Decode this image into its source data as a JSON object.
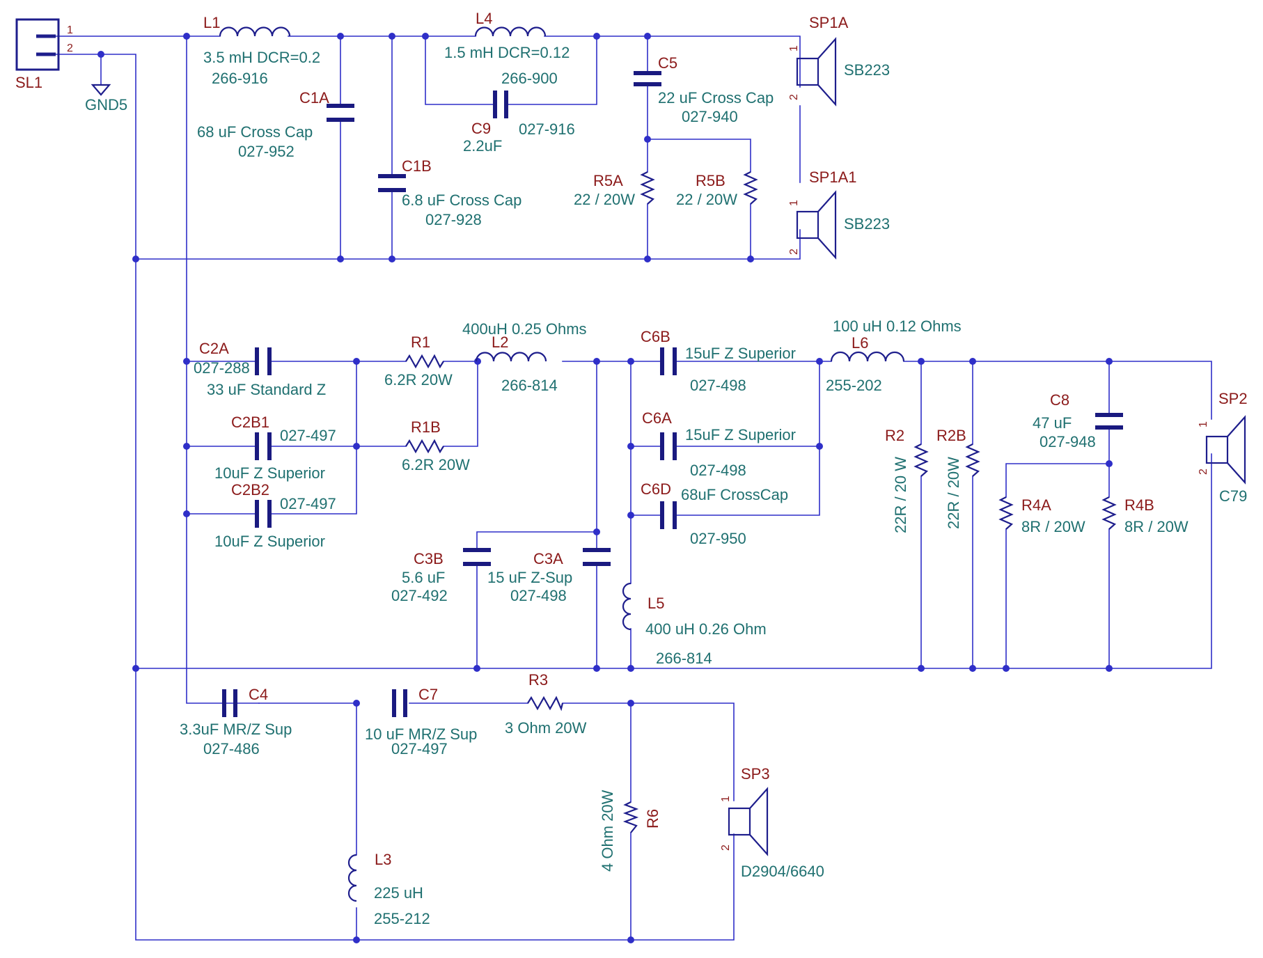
{
  "connector": {
    "ref": "SL1",
    "pin1": "1",
    "pin2": "2",
    "ground": "GND5"
  },
  "tweeter": {
    "L1": {
      "ref": "L1",
      "value": "3.5 mH DCR=0.2",
      "part": "266-916"
    },
    "L4": {
      "ref": "L4",
      "value": "1.5 mH DCR=0.12",
      "part": "266-900"
    },
    "C1A": {
      "ref": "C1A",
      "value": "68 uF Cross Cap",
      "part": "027-952"
    },
    "C1B": {
      "ref": "C1B",
      "value": "6.8 uF Cross Cap",
      "part": "027-928"
    },
    "C9": {
      "ref": "C9",
      "value": "2.2uF",
      "part": "027-916"
    },
    "C5": {
      "ref": "C5",
      "value": "22 uF Cross Cap",
      "part": "027-940"
    },
    "R5A": {
      "ref": "R5A",
      "value": "22 / 20W"
    },
    "R5B": {
      "ref": "R5B",
      "value": "22 / 20W"
    },
    "SP1A": {
      "ref": "SP1A",
      "model": "SB223",
      "pin1": "1",
      "pin2": "2"
    },
    "SP1A1": {
      "ref": "SP1A1",
      "model": "SB223",
      "pin1": "1",
      "pin2": "2"
    }
  },
  "mid": {
    "C2A": {
      "ref": "C2A",
      "value": "33 uF Standard Z",
      "part": "027-288"
    },
    "C2B1": {
      "ref": "C2B1",
      "value": "10uF Z Superior",
      "part": "027-497"
    },
    "C2B2": {
      "ref": "C2B2",
      "value": "10uF Z Superior",
      "part": "027-497"
    },
    "R1": {
      "ref": "R1",
      "value": "6.2R 20W"
    },
    "R1B": {
      "ref": "R1B",
      "value": "6.2R 20W"
    },
    "L2": {
      "ref": "L2",
      "value": "400uH 0.25 Ohms",
      "part": "266-814"
    },
    "C3B": {
      "ref": "C3B",
      "value": "5.6 uF",
      "part": "027-492"
    },
    "C3A": {
      "ref": "C3A",
      "value": "15 uF Z-Sup",
      "part": "027-498"
    },
    "C6B": {
      "ref": "C6B",
      "value": "15uF Z Superior",
      "part": "027-498"
    },
    "C6A": {
      "ref": "C6A",
      "value": "15uF Z Superior",
      "part": "027-498"
    },
    "C6D": {
      "ref": "C6D",
      "value": "68uF CrossCap",
      "part": "027-950"
    },
    "L5": {
      "ref": "L5",
      "value": "400 uH 0.26 Ohm",
      "part": "266-814"
    },
    "L6": {
      "ref": "L6",
      "value": "100 uH 0.12 Ohms",
      "part": "255-202"
    },
    "R2": {
      "ref": "R2",
      "value": "22R / 20 W"
    },
    "R2B": {
      "ref": "R2B",
      "value": "22R / 20W"
    },
    "C8": {
      "ref": "C8",
      "value": "47 uF",
      "part": "027-948"
    },
    "R4A": {
      "ref": "R4A",
      "value": "8R / 20W"
    },
    "R4B": {
      "ref": "R4B",
      "value": "8R / 20W"
    },
    "SP2": {
      "ref": "SP2",
      "model": "C79",
      "pin1": "1",
      "pin2": "2"
    }
  },
  "woofer": {
    "C4": {
      "ref": "C4",
      "value": "3.3uF MR/Z Sup",
      "part": "027-486"
    },
    "C7": {
      "ref": "C7",
      "value": "10 uF MR/Z Sup",
      "part": "027-497"
    },
    "R3": {
      "ref": "R3",
      "value": "3 Ohm 20W"
    },
    "R6": {
      "ref": "R6",
      "value": "4 Ohm 20W"
    },
    "L3": {
      "ref": "L3",
      "value": "225 uH",
      "part": "255-212"
    },
    "SP3": {
      "ref": "SP3",
      "model": "D2904/6640",
      "pin1": "1",
      "pin2": "2"
    }
  }
}
